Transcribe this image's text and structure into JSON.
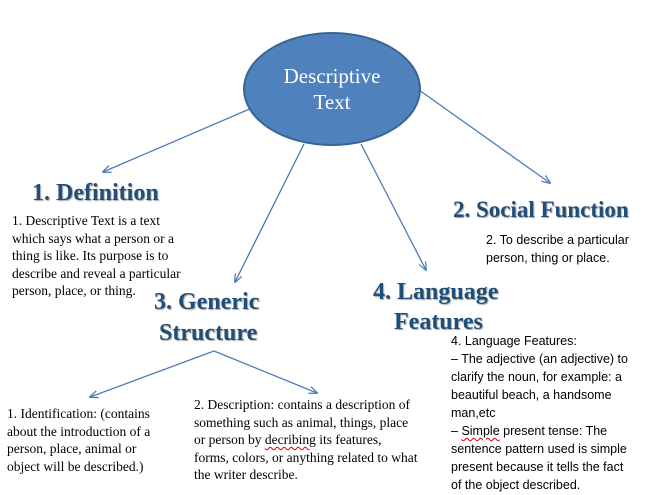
{
  "center": {
    "line1": "Descriptive",
    "line2": "Text"
  },
  "definition": {
    "heading": "1. Definition",
    "lines": [
      "1. Descriptive Text is  a text",
      "which says what a person or a",
      "thing is like.  Its purpose is to",
      "describe and reveal a particular",
      "person, place, or thing."
    ]
  },
  "social_function": {
    "heading": "2. Social Function",
    "lines": [
      "2. To describe a particular",
      "person, thing or place."
    ]
  },
  "generic_structure": {
    "heading_line1": "3. Generic",
    "heading_line2": "Structure",
    "identification": {
      "lines": [
        "1. Identification:  (contains",
        "about the introduction  of a",
        "person, place, animal  or",
        "object will be described.)"
      ]
    },
    "description": {
      "line1": "2. Description:  contains a description of",
      "line2": "something  such as animal, things, place",
      "line3_before": "or person by ",
      "line3_misspelled": "decribing",
      "line3_after": " its features,",
      "line4": "forms, colors, or anything related to what",
      "line5": "the writer describe."
    }
  },
  "language_features": {
    "heading_line1": "4. Language",
    "heading_line2": "Features",
    "line1": "4. Language Features:",
    "line2": "– The adjective (an adjective) to",
    "line3": "clarify the noun, for example: a",
    "line4": "beautiful beach, a handsome",
    "line5": "man,etc",
    "line6_prefix": "– ",
    "line6_misspelled": "Simple",
    "line6_rest": " present tense: The",
    "line7": "sentence pattern used is simple",
    "line8": "present because it tells the fact",
    "line9": "of the object described."
  },
  "colors": {
    "ellipse_fill": "#4f81bd",
    "heading_text": "#1f4e79",
    "arrow": "#4a7ebb"
  }
}
